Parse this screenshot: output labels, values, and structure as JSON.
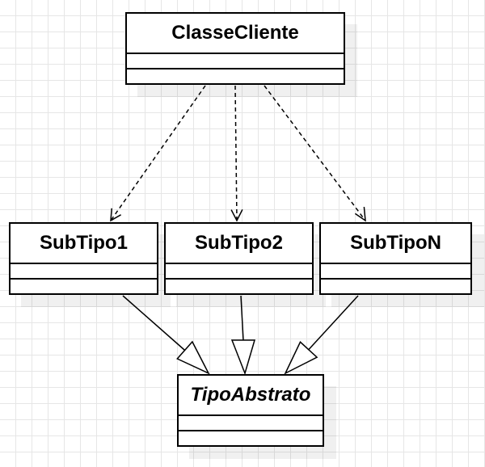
{
  "diagram": {
    "client": {
      "name": "ClasseCliente"
    },
    "subtypes": [
      {
        "name": "SubTipo1"
      },
      {
        "name": "SubTipo2"
      },
      {
        "name": "SubTipoN"
      }
    ],
    "abstract": {
      "name": "TipoAbstrato"
    },
    "relations": [
      {
        "from": "ClasseCliente",
        "to": "SubTipo1",
        "kind": "dependency"
      },
      {
        "from": "ClasseCliente",
        "to": "SubTipo2",
        "kind": "dependency"
      },
      {
        "from": "ClasseCliente",
        "to": "SubTipoN",
        "kind": "dependency"
      },
      {
        "from": "SubTipo1",
        "to": "TipoAbstrato",
        "kind": "generalization"
      },
      {
        "from": "SubTipo2",
        "to": "TipoAbstrato",
        "kind": "generalization"
      },
      {
        "from": "SubTipoN",
        "to": "TipoAbstrato",
        "kind": "generalization"
      }
    ]
  }
}
